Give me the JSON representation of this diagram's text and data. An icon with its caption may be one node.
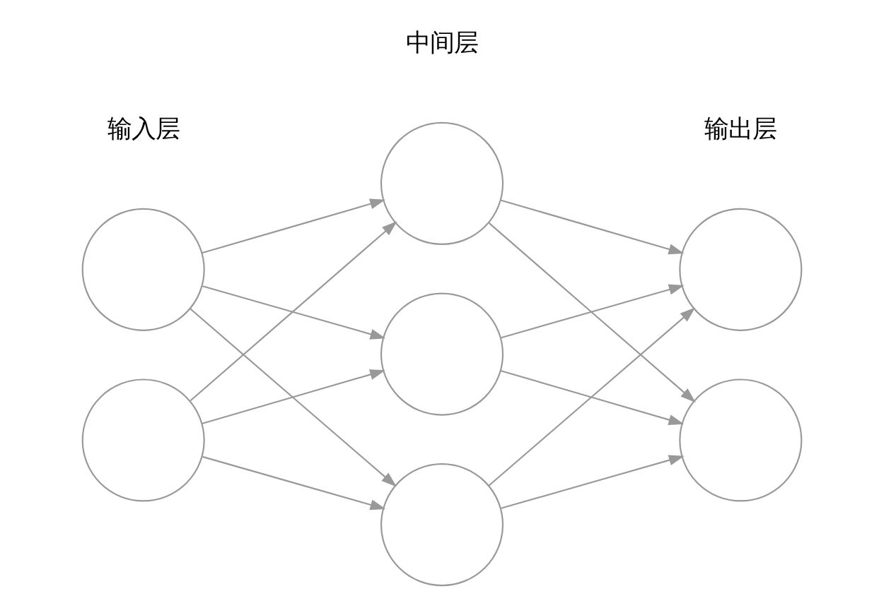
{
  "diagram": {
    "nodes": [
      {
        "text": [],
        "shape": "circle"
      },
      {
        "text": [],
        "shape": "circle"
      },
      {
        "text": [],
        "shape": "circle"
      },
      {
        "text": [],
        "shape": "circle"
      },
      {
        "text": [],
        "shape": "circle"
      },
      {
        "text": [],
        "shape": "circle"
      },
      {
        "text": [],
        "shape": "circle"
      }
    ],
    "edges": [
      {
        "from": 0,
        "to": 2,
        "arrow": "to"
      },
      {
        "from": 0,
        "to": 3,
        "arrow": "to"
      },
      {
        "from": 0,
        "to": 4,
        "arrow": "to"
      },
      {
        "from": 1,
        "to": 2,
        "arrow": "to"
      },
      {
        "from": 1,
        "to": 3,
        "arrow": "to"
      },
      {
        "from": 1,
        "to": 4,
        "arrow": "to"
      },
      {
        "from": 2,
        "to": 5,
        "arrow": "to"
      },
      {
        "from": 2,
        "to": 6,
        "arrow": "to"
      },
      {
        "from": 3,
        "to": 5,
        "arrow": "to"
      },
      {
        "from": 3,
        "to": 6,
        "arrow": "to"
      },
      {
        "from": 4,
        "to": 5,
        "arrow": "to"
      },
      {
        "from": 4,
        "to": 6,
        "arrow": "to"
      }
    ],
    "labels": [
      "中间层",
      "输入层",
      "输出层"
    ]
  }
}
